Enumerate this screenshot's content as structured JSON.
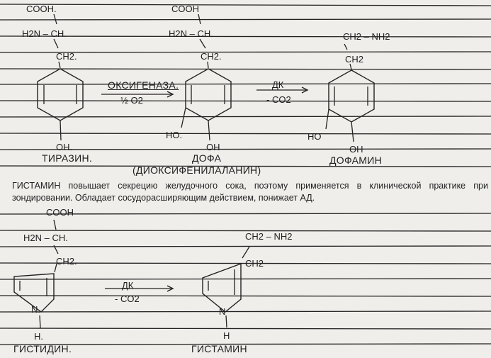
{
  "tyrosine": {
    "cooh": "COOH.",
    "amine": "H2N – CH.",
    "ch2": "CH2.",
    "oh": "OH.",
    "name": "ТИРАЗИН."
  },
  "dopa": {
    "cooh": "COOH",
    "amine": "H2N – CH.",
    "ch2": "CH2.",
    "ho": "HO.",
    "oh": "OH",
    "name": "ДОФА",
    "subname": "(ДИОКСИФЕНИЛАЛАНИН)"
  },
  "dopamine": {
    "chain": "CH2 – NH2",
    "ch2": "CH2",
    "ho": "HO",
    "oh": "OH",
    "name": "ДОФАМИН"
  },
  "arrow1": {
    "enzyme": "ОКСИГЕНАЗА.",
    "cofactor": "½ O2"
  },
  "arrow2": {
    "enzyme": "ДК",
    "product": "- CO2"
  },
  "arrow3": {
    "enzyme": "ДК",
    "product": "- CO2"
  },
  "histamine_text": "ГИСТАМИН повышает секрецию желудочного сока, поэтому применяется в клинической практике при зондировании. Обладает сосудорасширяющим действием, понижает АД.",
  "histidine": {
    "cooh": "COOH",
    "amine": "H2N – CH.",
    "ch2": "CH2.",
    "n_ring": "N.",
    "nh": "H.",
    "name": "ГИСТИДИН."
  },
  "histamine": {
    "chain": "CH2 – NH2",
    "ch2": "CH2",
    "n_ring": "N",
    "nh": "H",
    "name": "ГИСТАМИН"
  }
}
